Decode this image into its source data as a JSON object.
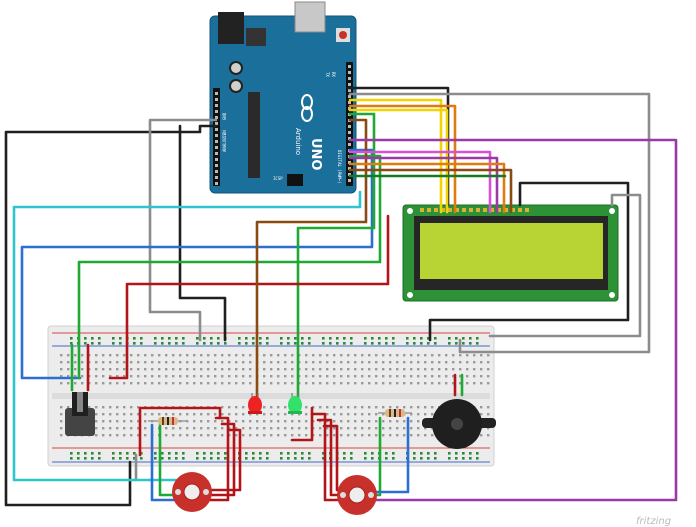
{
  "board": {
    "brand": "Arduino",
    "model": "UNO",
    "label_icsp": "ICSP",
    "label_tx": "TX",
    "label_rx": "RX",
    "label_on": "ON",
    "label_l": "L",
    "label_aref": "AREF",
    "label_gnd": "GND",
    "label_reset": "RESET",
    "label_3v3": "3V3",
    "label_5v": "5V",
    "label_vin": "VIN",
    "label_analog": "ANALOG IN",
    "label_digital": "DIGITAL (PWM~)",
    "color": "#1b6f9b"
  },
  "lcd": {
    "color_pcb": "#2d9136",
    "color_screen": "#b8d334"
  },
  "breadboard": {
    "color": "#ececec"
  },
  "wire_colors": {
    "black": "#1f1f1f",
    "gray": "#8c8c8c",
    "cyan": "#2fc4cf",
    "blue": "#2b6fd1",
    "green": "#1fa832",
    "red": "#b3141a",
    "brown": "#8a4a12",
    "yellow": "#f2d400",
    "orange": "#e07b10",
    "purple": "#9b3aa6",
    "pink": "#d94fd6",
    "darkgreen": "#157a24"
  },
  "watermark": "fritzing"
}
